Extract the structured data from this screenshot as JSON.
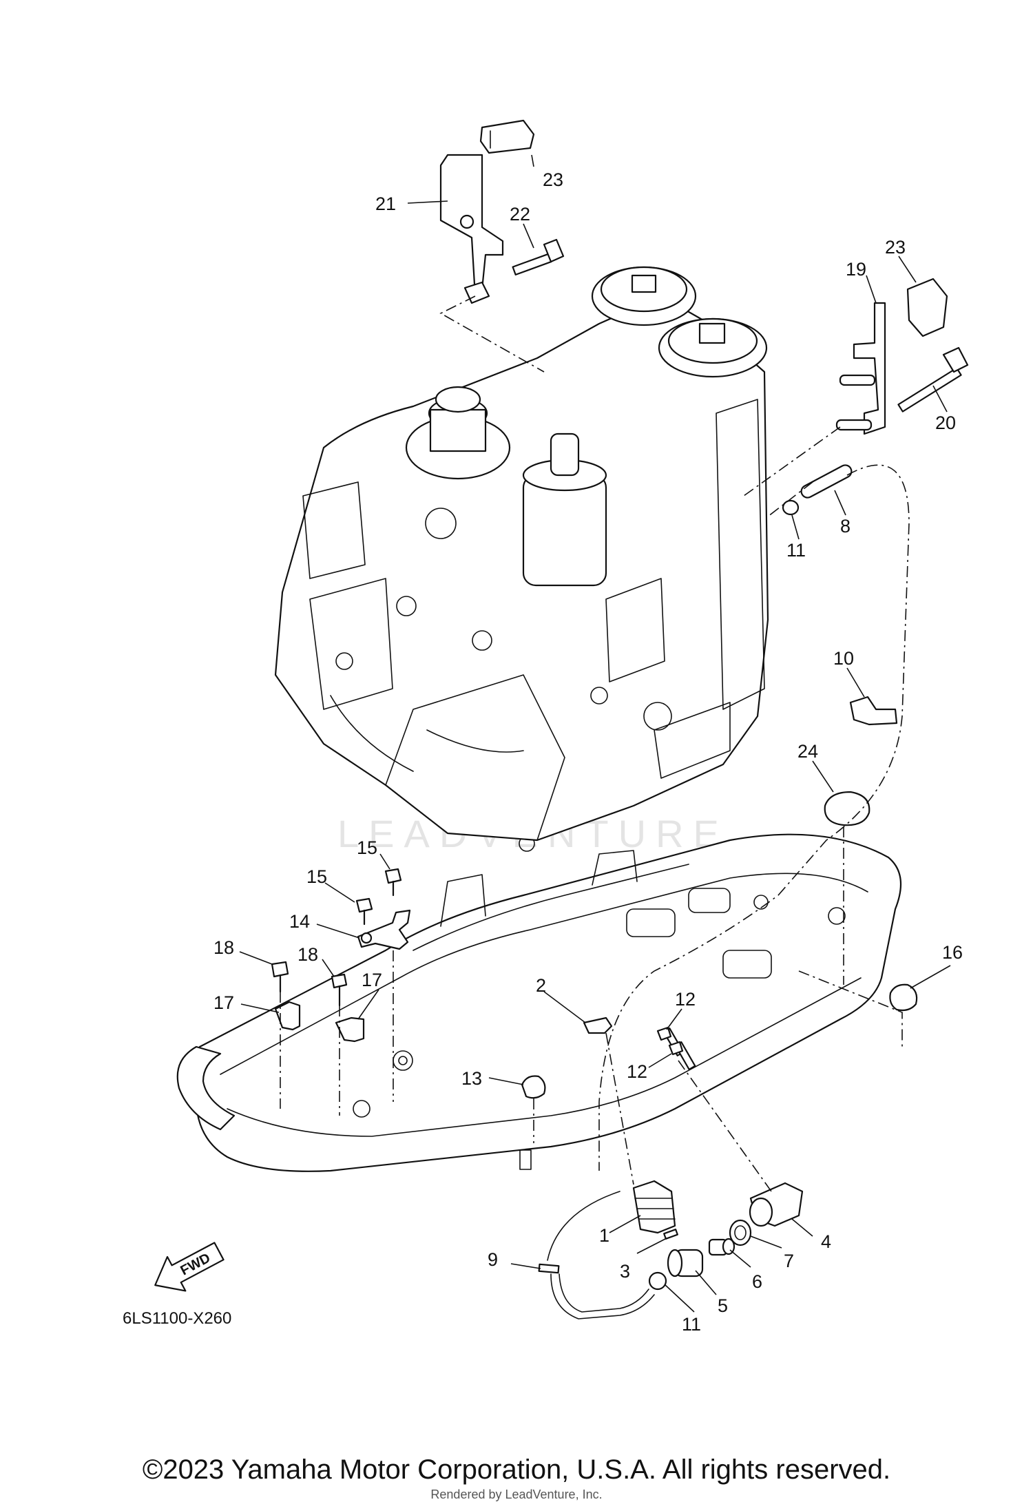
{
  "diagram": {
    "drawing_code": "6LS1100-X260",
    "fwd_label": "FWD",
    "watermark": "LEADVENTURE",
    "callouts": [
      {
        "id": "c1",
        "label": "1"
      },
      {
        "id": "c2",
        "label": "2"
      },
      {
        "id": "c3",
        "label": "3"
      },
      {
        "id": "c4",
        "label": "4"
      },
      {
        "id": "c5",
        "label": "5"
      },
      {
        "id": "c6",
        "label": "6"
      },
      {
        "id": "c7",
        "label": "7"
      },
      {
        "id": "c8",
        "label": "8"
      },
      {
        "id": "c9",
        "label": "9"
      },
      {
        "id": "c10",
        "label": "10"
      },
      {
        "id": "c11a",
        "label": "11"
      },
      {
        "id": "c11b",
        "label": "11"
      },
      {
        "id": "c12a",
        "label": "12"
      },
      {
        "id": "c12b",
        "label": "12"
      },
      {
        "id": "c13",
        "label": "13"
      },
      {
        "id": "c14",
        "label": "14"
      },
      {
        "id": "c15a",
        "label": "15"
      },
      {
        "id": "c15b",
        "label": "15"
      },
      {
        "id": "c16",
        "label": "16"
      },
      {
        "id": "c17a",
        "label": "17"
      },
      {
        "id": "c17b",
        "label": "17"
      },
      {
        "id": "c18a",
        "label": "18"
      },
      {
        "id": "c18b",
        "label": "18"
      },
      {
        "id": "c19",
        "label": "19"
      },
      {
        "id": "c20",
        "label": "20"
      },
      {
        "id": "c21",
        "label": "21"
      },
      {
        "id": "c22",
        "label": "22"
      },
      {
        "id": "c23a",
        "label": "23"
      },
      {
        "id": "c23b",
        "label": "23"
      },
      {
        "id": "c24",
        "label": "24"
      }
    ]
  },
  "footer": {
    "copyright": "©2023 Yamaha Motor Corporation, U.S.A. All rights reserved.",
    "rendered_by": "Rendered by LeadVenture, Inc."
  }
}
